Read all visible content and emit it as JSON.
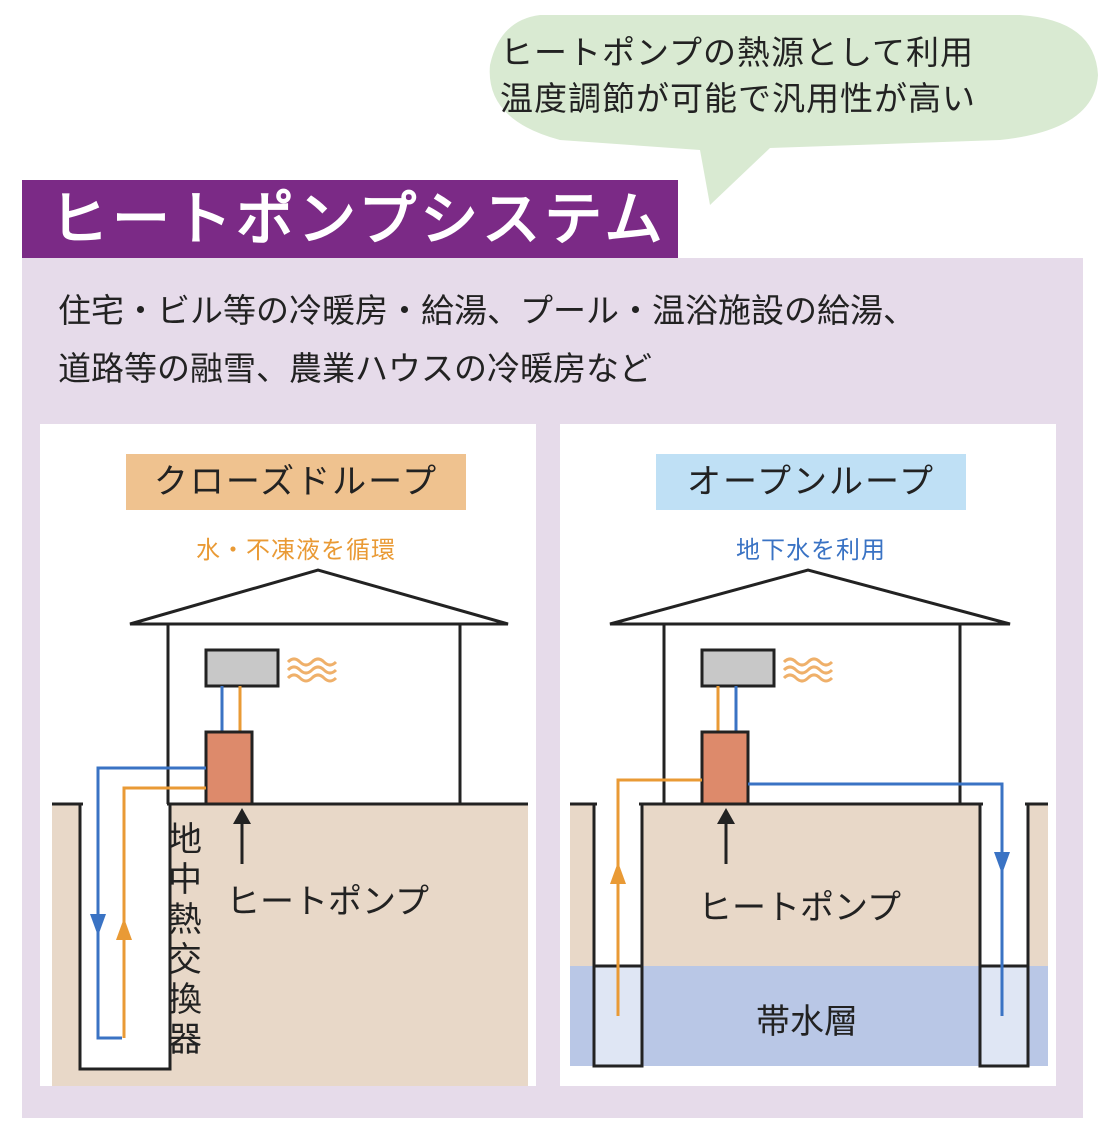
{
  "bubble": {
    "line1": "ヒートポンプの熱源として利用",
    "line2": "温度調節が可能で汎用性が高い"
  },
  "title": "ヒートポンプシステム",
  "uses": {
    "line1": "住宅・ビル等の冷暖房・給湯、プール・温浴施設の給湯、",
    "line2": "道路等の融雪、農業ハウスの冷暖房など"
  },
  "closed_loop": {
    "label": "クローズドループ",
    "sub": "水・不凍液を循環",
    "heat_pump": "ヒートポンプ",
    "exchanger": [
      "地",
      "中",
      "熱",
      "交",
      "換",
      "器"
    ]
  },
  "open_loop": {
    "label": "オープンループ",
    "sub": "地下水を利用",
    "heat_pump": "ヒートポンプ",
    "aquifer": "帯水層"
  },
  "colors": {
    "purple": "#7b2a86",
    "panel": "#e6dbea",
    "bubble": "#d9ead2",
    "ground": "#e8d8c8",
    "aquifer": "#b9c7e6",
    "orange_label": "#efc28f",
    "blue_label": "#bfe0f5",
    "warm_pipe": "#e99a35",
    "cool_pipe": "#3a73c4",
    "heat_pump_box": "#dd8a6b"
  },
  "icons": [
    "speech-bubble",
    "house-icon",
    "heat-waves-icon",
    "arrow-up-icon",
    "flow-arrow-icon"
  ]
}
